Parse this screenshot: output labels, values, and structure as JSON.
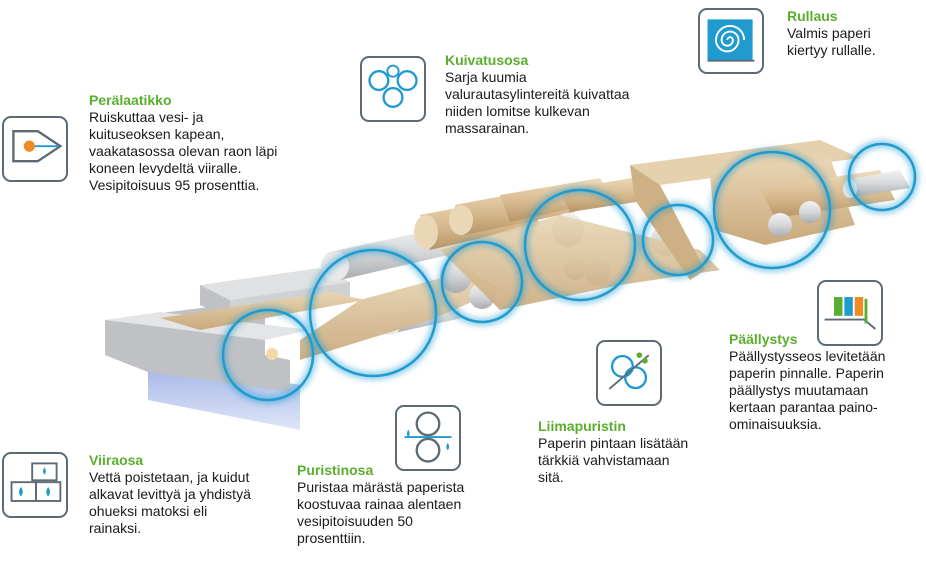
{
  "colors": {
    "title_green": "#5aae2e",
    "ring_blue": "#1f9bd0",
    "paper_tan": "#d9c09a",
    "machine_grey": "#cfd1d3",
    "icon_border": "#5d6a73"
  },
  "stages": {
    "headbox": {
      "title": "Perälaatikko",
      "icon": "headbox-nozzle-icon",
      "description": "Ruiskuttaa vesi- ja\nkuituseoksen kapean,\nvaakatasossa olevan raon läpi\nkoneen levydeltä viiralle.\nVesipitoisuus 95 prosenttia."
    },
    "wire": {
      "title": "Viiraosa",
      "icon": "water-drops-icon",
      "description": "Vettä poistetaan, ja kuidut\nalkavat levittyä ja yhdistyä\nohueksi matoksi eli\nrainaksi."
    },
    "press": {
      "title": "Puristinosa",
      "icon": "press-rollers-icon",
      "description": "Puristaa märästä paperista\nkoostuvaa rainaa alentaen\nvesipitoisuuden 50\nprosenttiin."
    },
    "dryer": {
      "title": "Kuivatusosa",
      "icon": "dryer-cylinders-icon",
      "description": "Sarja kuumia\nvalurautasylintereitä  kuivattaa\nniiden lomitse kulkevan\nmassarainan."
    },
    "sizing": {
      "title": "Liimapuristin",
      "icon": "size-press-icon",
      "description": "Paperin pintaan lisätään\ntärkkiä vahvistamaan\nsitä."
    },
    "coating": {
      "title": "Päällystys",
      "icon": "coating-layers-icon",
      "description": "Päällystysseos levitetään\npaperin pinnalle.  Paperin\npäällystys muutamaan\nkertaan parantaa paino-\nominaisuuksia."
    },
    "reel": {
      "title": "Rullaus",
      "icon": "paper-reel-icon",
      "description": "Valmis paperi\nkiertyy rullalle."
    }
  }
}
